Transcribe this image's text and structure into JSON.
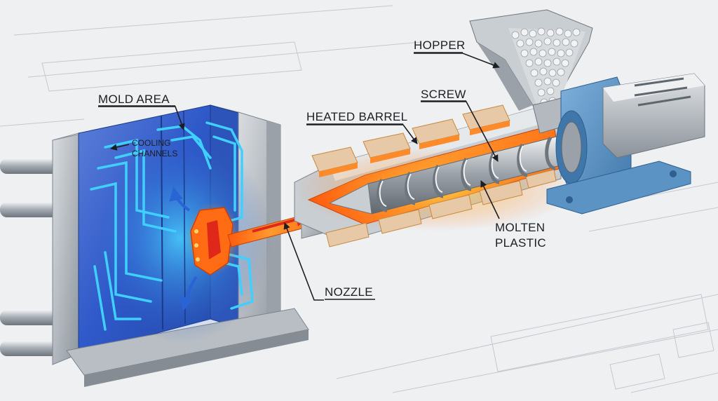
{
  "labels": {
    "hopper": "HOPPER",
    "screw": "SCREW",
    "heated_barrel": "HEATED BARREL",
    "mold_area": "MOLD AREA",
    "cooling_line1": "COOLING",
    "cooling_line2": "CHANNELS",
    "molten_line1": "MOLTEN",
    "molten_line2": "PLASTIC",
    "nozzle": "NOZZLE"
  },
  "colors": {
    "molten": "#ff7a1a",
    "cooling": "#27b3ff",
    "motor_housing": "#5b93c4",
    "steel": "#b9bec4"
  }
}
